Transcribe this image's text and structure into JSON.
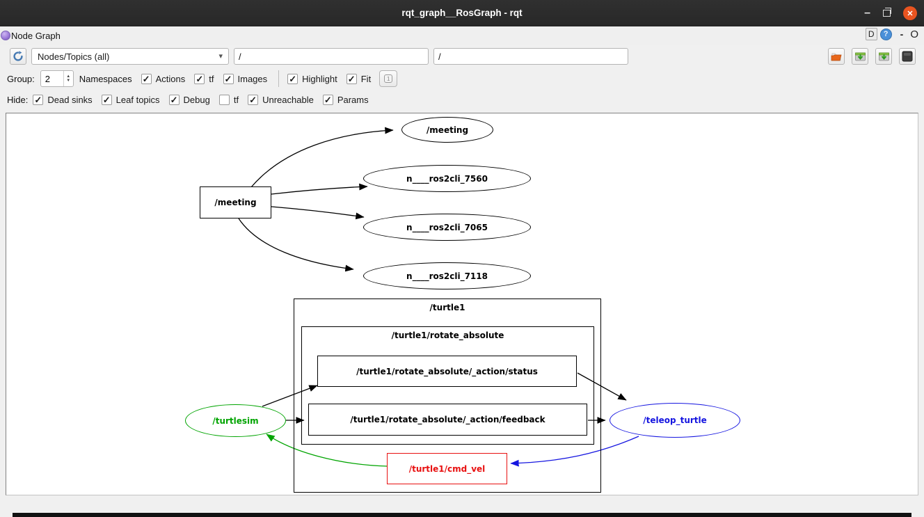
{
  "window": {
    "title": "rqt_graph__RosGraph - rqt"
  },
  "icons": {
    "minimize": "–",
    "close_x": "✕",
    "panel_d": "D",
    "panel_help": "?",
    "panel_min": "-",
    "panel_close": "O",
    "combo_arrow": "▾",
    "spin_up": "▲",
    "spin_down": "▼",
    "check": "✓",
    "fit_one": "1"
  },
  "panel": {
    "title": "Node Graph"
  },
  "toolbar": {
    "combo_value": "Nodes/Topics (all)",
    "filter1_value": "/",
    "filter2_value": "/"
  },
  "filters": {
    "group_label": "Group:",
    "group_value": "2",
    "namespaces_label": "Namespaces",
    "row1": [
      {
        "label": "Actions",
        "checked": true
      },
      {
        "label": "tf",
        "checked": true
      },
      {
        "label": "Images",
        "checked": true
      },
      {
        "label": "Highlight",
        "checked": true
      },
      {
        "label": "Fit",
        "checked": true
      }
    ],
    "hide_label": "Hide:",
    "row2": [
      {
        "label": "Dead sinks",
        "checked": true
      },
      {
        "label": "Leaf topics",
        "checked": true
      },
      {
        "label": "Debug",
        "checked": true
      },
      {
        "label": "tf",
        "checked": false
      },
      {
        "label": "Unreachable",
        "checked": true
      },
      {
        "label": "Params",
        "checked": true
      }
    ]
  },
  "colors": {
    "highlight_out_green": "#00a400",
    "highlight_in_blue": "#1515e0",
    "highlight_hover_red": "#e81010",
    "edge_black": "#000000",
    "close_button_orange": "#e95420"
  },
  "graph": {
    "clusters": {
      "turtle1": {
        "label": "/turtle1"
      },
      "rotate_absolute": {
        "label": "/turtle1/rotate_absolute"
      }
    },
    "nodes": {
      "meeting_topic": {
        "label": "/meeting",
        "shape": "box",
        "color": "#000000"
      },
      "meeting_node": {
        "label": "/meeting",
        "shape": "ellipse",
        "color": "#000000"
      },
      "ros2cli_7560": {
        "label": "n____ros2cli_7560",
        "shape": "ellipse",
        "color": "#000000"
      },
      "ros2cli_7065": {
        "label": "n____ros2cli_7065",
        "shape": "ellipse",
        "color": "#000000"
      },
      "ros2cli_7118": {
        "label": "n____ros2cli_7118",
        "shape": "ellipse",
        "color": "#000000"
      },
      "status_topic": {
        "label": "/turtle1/rotate_absolute/_action/status",
        "shape": "box",
        "color": "#000000"
      },
      "feedback_topic": {
        "label": "/turtle1/rotate_absolute/_action/feedback",
        "shape": "box",
        "color": "#000000"
      },
      "cmd_vel_topic": {
        "label": "/turtle1/cmd_vel",
        "shape": "box",
        "color": "#e81010"
      },
      "turtlesim": {
        "label": "/turtlesim",
        "shape": "ellipse",
        "color": "#00a400"
      },
      "teleop_turtle": {
        "label": "/teleop_turtle",
        "shape": "ellipse",
        "color": "#1515e0"
      }
    },
    "edges": [
      {
        "from": "meeting_topic",
        "to": "meeting_node",
        "color": "#000000"
      },
      {
        "from": "meeting_topic",
        "to": "ros2cli_7560",
        "color": "#000000"
      },
      {
        "from": "meeting_topic",
        "to": "ros2cli_7065",
        "color": "#000000"
      },
      {
        "from": "meeting_topic",
        "to": "ros2cli_7118",
        "color": "#000000"
      },
      {
        "from": "turtlesim",
        "to": "status_topic",
        "color": "#000000"
      },
      {
        "from": "turtlesim",
        "to": "feedback_topic",
        "color": "#000000"
      },
      {
        "from": "status_topic",
        "to": "teleop_turtle",
        "color": "#000000"
      },
      {
        "from": "feedback_topic",
        "to": "teleop_turtle",
        "color": "#000000"
      },
      {
        "from": "teleop_turtle",
        "to": "cmd_vel_topic",
        "color": "#1515e0"
      },
      {
        "from": "cmd_vel_topic",
        "to": "turtlesim",
        "color": "#00a400"
      }
    ]
  }
}
